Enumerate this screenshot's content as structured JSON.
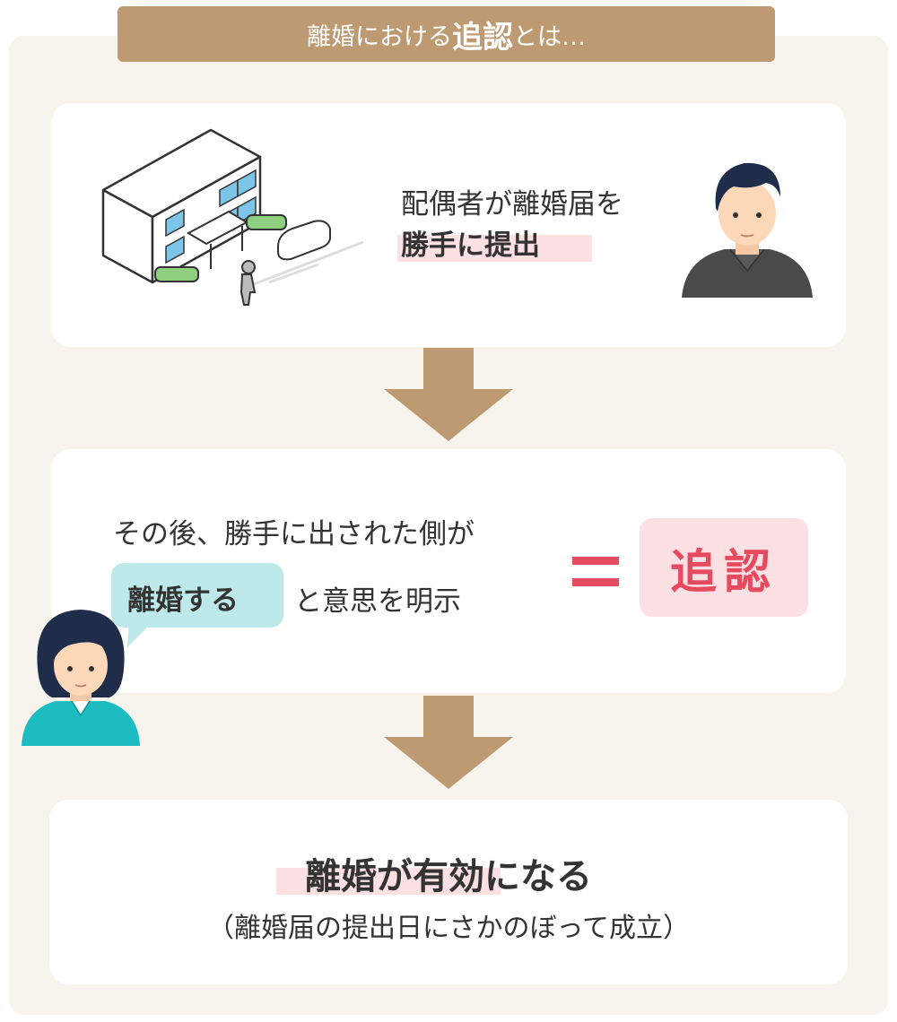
{
  "banner": {
    "prefix": "離婚における",
    "emphasis": "追認",
    "suffix": "とは…"
  },
  "step1": {
    "line1": "配偶者が離婚届を",
    "line2": "勝手に提出"
  },
  "step2": {
    "line1": "その後、勝手に出された側が",
    "bubble": "離婚する",
    "line2_rest": "と意思を明示",
    "equals": "＝",
    "result": "追認"
  },
  "step3": {
    "main": "離婚が有効になる",
    "sub": "（離婚届の提出日にさかのぼって成立）"
  },
  "colors": {
    "accent": "#be9a73",
    "pink": "#fde0e4",
    "red": "#e64a5e",
    "teal": "#bde9ea"
  }
}
